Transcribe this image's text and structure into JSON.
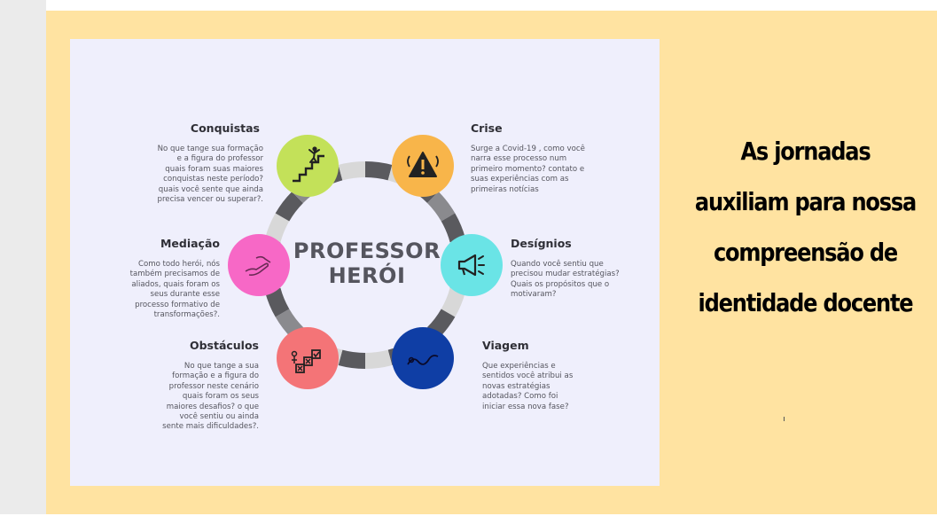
{
  "diagram": {
    "center_title": [
      "PROFESSOR",
      "HERÓI"
    ],
    "stages": [
      {
        "id": "conquistas",
        "title": "Conquistas",
        "text": [
          "No que tange sua formação",
          "e a figura do professor",
          "quais foram suas maiores",
          "conquistas neste período?",
          "quais você sente que ainda",
          "precisa vencer ou superar?."
        ],
        "color": "#c3e159",
        "icon": "staircase-success-icon"
      },
      {
        "id": "crise",
        "title": "Crise",
        "text": [
          "Surge a Covid-19 , como você",
          "narra esse processo num",
          "primeiro momento? contato e",
          "suas experiências com as",
          "primeiras notícias"
        ],
        "color": "#f8b54a",
        "icon": "warning-icon"
      },
      {
        "id": "designios",
        "title": "Desígnios",
        "text": [
          "Quando você sentiu que",
          "precisou mudar estratégias?",
          "Quais os propósitos que o",
          "motivaram?"
        ],
        "color": "#6ae4e6",
        "icon": "megaphone-icon"
      },
      {
        "id": "viagem",
        "title": "Viagem",
        "text": [
          "Que experiências e",
          "sentidos você atribui as",
          "novas estratégias",
          "adotadas? Como foi",
          "iniciar essa nova fase?"
        ],
        "color": "#0f3ea5",
        "icon": "journey-path-icon"
      },
      {
        "id": "obstaculos",
        "title": "Obstáculos",
        "text": [
          "No que tange a sua",
          "formação e a figura do",
          "professor neste cenário",
          "quais foram os seus",
          "maiores desafios? o que",
          "você sentiu ou ainda",
          "sente mais dificuldades?."
        ],
        "color": "#f47477",
        "icon": "obstacle-steps-icon"
      },
      {
        "id": "mediacao",
        "title": "Mediação",
        "text": [
          "Como todo herói, nós",
          "também precisamos de",
          "aliados, quais foram os",
          "seus durante esse",
          "processo formativo de",
          "transformações?."
        ],
        "color": "#f768c6",
        "icon": "helping-hands-icon"
      }
    ]
  },
  "headline": [
    "As jornadas",
    "auxiliam para nossa",
    "compreensão de",
    "identidade docente"
  ],
  "colors": {
    "slide_background": "#ffe3a1",
    "infographic_background": "#efeffc",
    "ring_dark": "#5a5a5e",
    "ring_light": "#d8d8d8"
  }
}
